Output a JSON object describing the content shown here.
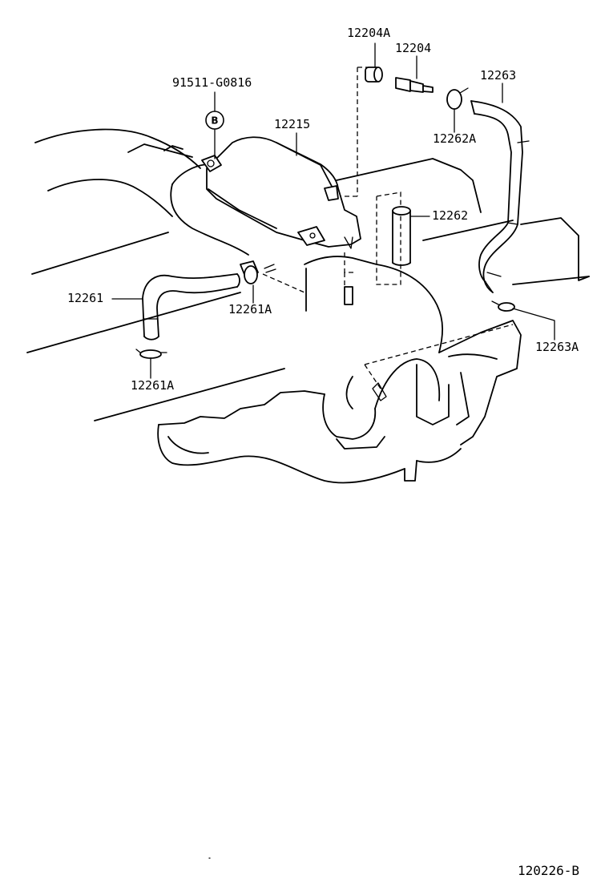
{
  "diagram": {
    "labels": {
      "p12204A": "12204A",
      "p12204": "12204",
      "p91511": "91511-G0816",
      "p12215": "12215",
      "p12263": "12263",
      "p12262A": "12262A",
      "p12262": "12262",
      "p12261": "12261",
      "p12261A_upper": "12261A",
      "p12261A_lower": "12261A",
      "p12263A": "12263A"
    },
    "bolt_marker": "B",
    "figure_code": "120226-B"
  },
  "colors": {
    "ink": "#000000",
    "paper": "#ffffff"
  }
}
